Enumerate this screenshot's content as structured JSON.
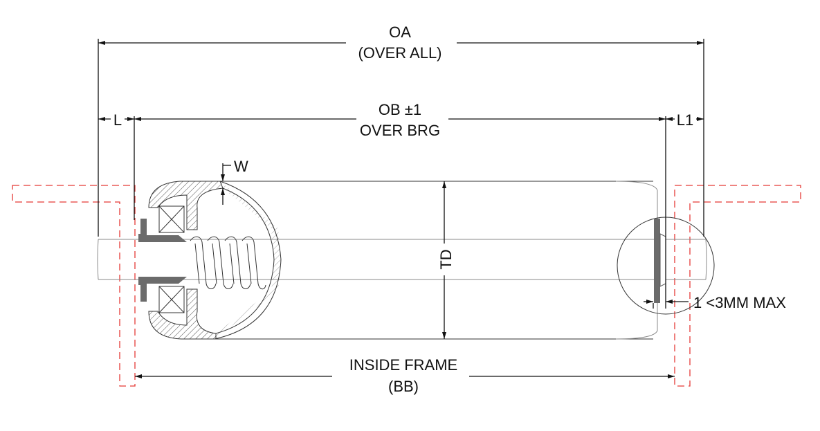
{
  "labels": {
    "oa": "OA",
    "oa_sub": "(OVER ALL)",
    "ob": "OB ±1",
    "ob_sub": "OVER BRG",
    "l": "L",
    "l1": "L1",
    "w": "W",
    "td": "TD",
    "gap": "1 <3MM MAX",
    "inside_frame": "INSIDE FRAME",
    "inside_frame_sub": "(BB)"
  },
  "colors": {
    "frame": "#e53935",
    "line": "#111111",
    "section": "#6b6b6b"
  }
}
